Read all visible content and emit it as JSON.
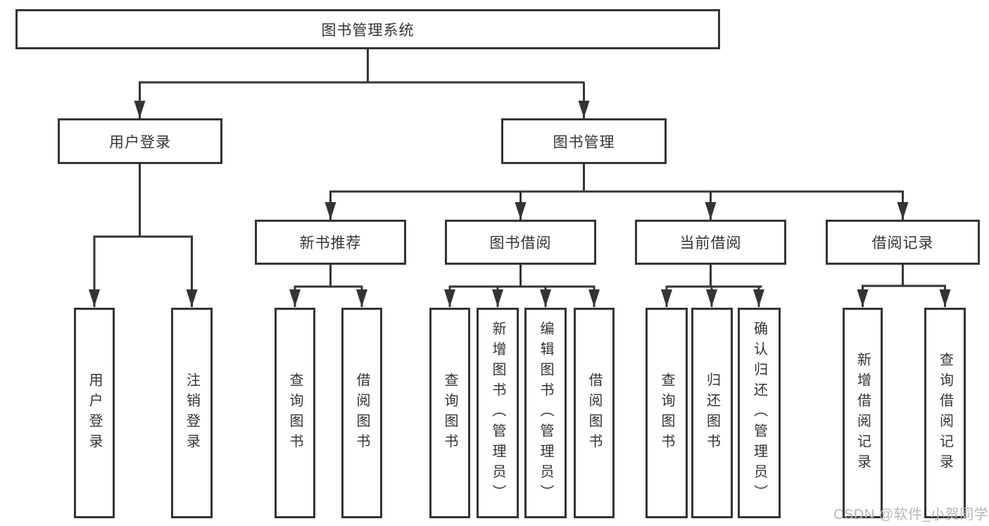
{
  "diagram": {
    "root": {
      "label": "图书管理系统"
    },
    "level2": [
      {
        "label": "用户登录"
      },
      {
        "label": "图书管理"
      }
    ],
    "level3": [
      {
        "label": "新书推荐"
      },
      {
        "label": "图书借阅"
      },
      {
        "label": "当前借阅"
      },
      {
        "label": "借阅记录"
      }
    ],
    "leaves": [
      {
        "label": "用户登录"
      },
      {
        "label": "注销登录"
      },
      {
        "label": "查询图书"
      },
      {
        "label": "借阅图书"
      },
      {
        "label": "查询图书"
      },
      {
        "label": "新增图书（管理员）"
      },
      {
        "label": "编辑图书（管理员）"
      },
      {
        "label": "借阅图书"
      },
      {
        "label": "查询图书"
      },
      {
        "label": "归还图书"
      },
      {
        "label": "确认归还（管理员）"
      },
      {
        "label": "新增借阅记录"
      },
      {
        "label": "查询借阅记录"
      }
    ]
  },
  "watermark": {
    "text": "CSDN @软件_小贺同学"
  },
  "colors": {
    "line": "#343434",
    "text": "#333333",
    "watermark": "#b5b5b5",
    "background": "#ffffff"
  }
}
